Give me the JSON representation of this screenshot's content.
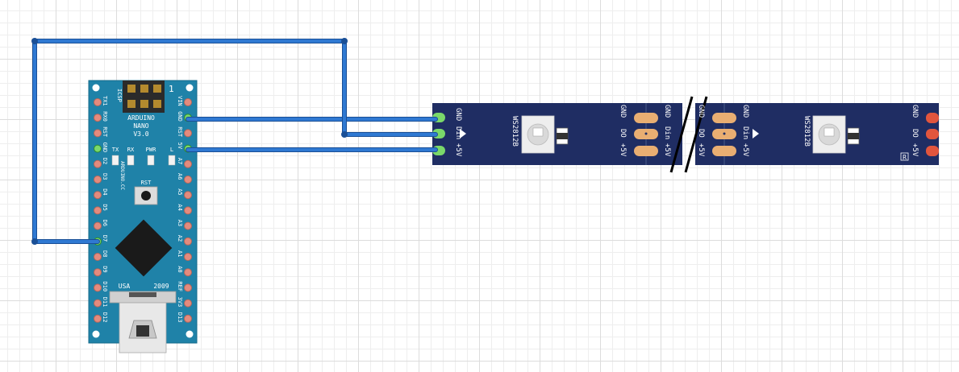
{
  "nano": {
    "label_lines": [
      "ARDUINO",
      "NANO",
      "V3.0"
    ],
    "icsp_label": "ICSP",
    "pin1_marker": "1",
    "leds": [
      "TX",
      "RX",
      "PWR",
      "L"
    ],
    "rst_button_label": "RST",
    "brand_text": "ARDUINO.CC",
    "usa_label": "USA",
    "year_label": "2009",
    "left_pins": [
      "TX1",
      "RX0",
      "RST",
      "GND",
      "D2",
      "D3",
      "D4",
      "D5",
      "D6",
      "D7",
      "D8",
      "D9",
      "D10",
      "D11",
      "D12"
    ],
    "right_pins": [
      "VIN",
      "GND",
      "RST",
      "5V",
      "A7",
      "A6",
      "A5",
      "A4",
      "A3",
      "A2",
      "A1",
      "A0",
      "REF",
      "3V3",
      "D13"
    ],
    "colors": {
      "board": "#1f82a8",
      "pad": "#e38b7e",
      "pad_active": "#7ad86a",
      "chip": "#1a1a1a"
    }
  },
  "strip": {
    "input_pads": [
      "GND",
      "Din",
      "+5V"
    ],
    "output_pads": [
      "GND",
      "DO",
      "+5V"
    ],
    "chip_label": "WS2812B",
    "segment1_end_labels": [
      "GND",
      "DO",
      "+5V"
    ],
    "segment2_start_labels": [
      "GND",
      "Din",
      "+5V"
    ],
    "segment2_end_labels": [
      "GND",
      "DO",
      "+5V"
    ],
    "logo_mark": "R",
    "colors": {
      "pcb": "#1f2d63",
      "copper": "#e9ae72",
      "end_pad": "#e2553d"
    }
  },
  "wires": {
    "color": "#2f79d2",
    "connections": [
      {
        "from": "Nano 5V",
        "to": "Strip +5V"
      },
      {
        "from": "Nano GND",
        "to": "Strip GND"
      },
      {
        "from": "Nano D7",
        "to": "Strip Din"
      }
    ]
  }
}
